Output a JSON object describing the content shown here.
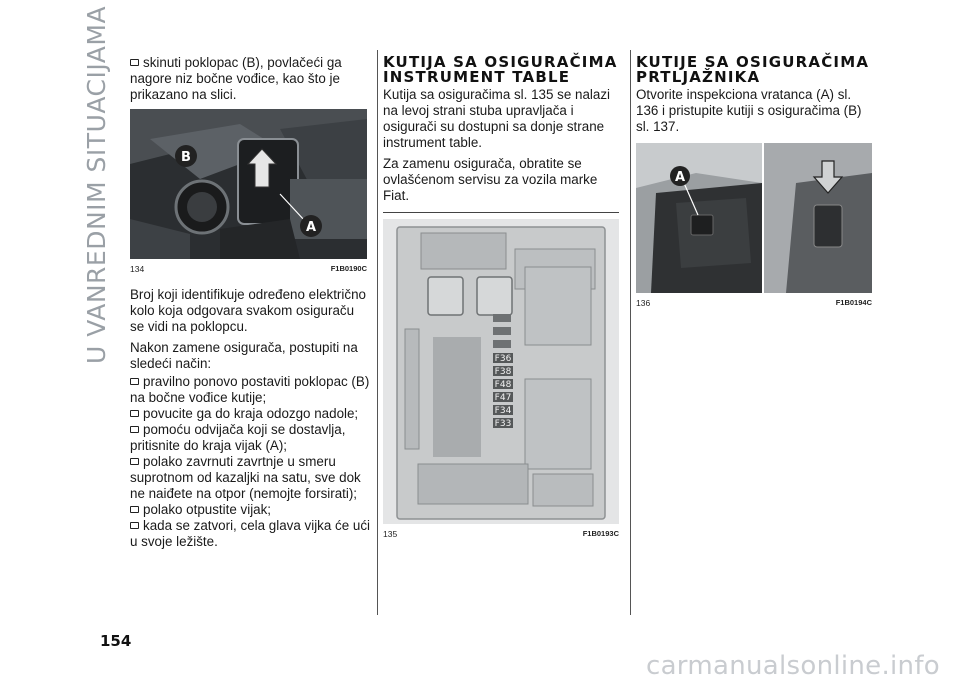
{
  "side_title": "U VANREDNIM SITUACIJAMA",
  "page_number": "154",
  "col1": {
    "intro_bullet": "skinuti poklopac (B), povlačeći ga nagore niz bočne vođice, kao što je prikazano na slici.",
    "fig134": {
      "num": "134",
      "code": "F1B0190C",
      "label_a": "A",
      "label_b": "B"
    },
    "para1": "Broj koji identifikuje određeno električno kolo koja odgovara svakom osiguraču se vidi na poklopcu.",
    "para2": "Nakon zamene osigurača, postupiti na sledeći način:",
    "bullets": [
      "pravilno ponovo postaviti poklopac (B) na bočne vođice kutije;",
      "povucite ga do kraja odozgo nadole;",
      "pomoću odvijača koji se dostavlja, pritisnite do kraja vijak (A);",
      "polako zavrnuti zavrtnje u smeru suprotnom od kazaljki na satu, sve dok ne naiđete na otpor (nemojte forsirati);",
      "polako otpustite vijak;",
      "kada se zatvori, cela glava vijka će ući u svoje ležište."
    ]
  },
  "col2": {
    "heading": "KUTIJA SA OSIGURAČIMA INSTRUMENT TABLE",
    "para1": "Kutija sa osiguračima sl. 135 se nalazi na levoj strani stuba upravljača i osigurači su dostupni sa donje strane instrument table.",
    "para2": "Za zamenu osigurača, obratite se ovlašćenom servisu za vozila marke Fiat.",
    "fig135": {
      "num": "135",
      "code": "F1B0193C",
      "fuses": [
        "F36",
        "F38",
        "F48",
        "F47",
        "F34",
        "F33"
      ]
    }
  },
  "col3": {
    "heading": "KUTIJE SA OSIGURAČIMA PRTLJAŽNIKA",
    "para1": "Otvorite inspekciona vratanca (A) sl. 136 i pristupite kutiji s osiguračima (B) sl. 137.",
    "fig136": {
      "num": "136",
      "code": "F1B0194C",
      "label_a": "A"
    }
  },
  "watermark": "carmanualsonline.info",
  "colors": {
    "text": "#1a1a1a",
    "side_title": "#9aa0a6",
    "watermark": "#c9ccd0"
  }
}
